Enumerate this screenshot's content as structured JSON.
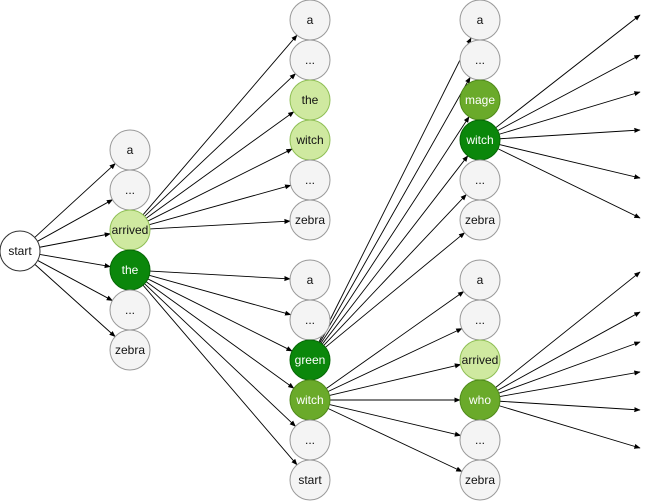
{
  "colors": {
    "default_fill": "#f4f4f4",
    "default_stroke": "#9a9a9a",
    "start_fill": "#ffffff",
    "start_stroke": "#333333",
    "light_green": "#cfe9a0",
    "medium_green": "#6aaa2a",
    "dark_green": "#0b870b",
    "edge": "#000000"
  },
  "diagram": {
    "root": {
      "label": "start"
    },
    "level1": [
      {
        "label": "a",
        "style": "default"
      },
      {
        "label": "...",
        "style": "default"
      },
      {
        "label": "arrived",
        "style": "light"
      },
      {
        "label": "the",
        "style": "dark"
      },
      {
        "label": "...",
        "style": "default"
      },
      {
        "label": "zebra",
        "style": "default"
      }
    ],
    "level2_upper": [
      {
        "label": "a",
        "style": "default"
      },
      {
        "label": "...",
        "style": "default"
      },
      {
        "label": "the",
        "style": "light"
      },
      {
        "label": "witch",
        "style": "light"
      },
      {
        "label": "...",
        "style": "default"
      },
      {
        "label": "zebra",
        "style": "default"
      }
    ],
    "level2_lower": [
      {
        "label": "a",
        "style": "default"
      },
      {
        "label": "...",
        "style": "default"
      },
      {
        "label": "green",
        "style": "dark"
      },
      {
        "label": "witch",
        "style": "medium"
      },
      {
        "label": "...",
        "style": "default"
      },
      {
        "label": "start",
        "style": "default"
      }
    ],
    "level3_upper": [
      {
        "label": "a",
        "style": "default"
      },
      {
        "label": "...",
        "style": "default"
      },
      {
        "label": "mage",
        "style": "medium"
      },
      {
        "label": "witch",
        "style": "dark"
      },
      {
        "label": "...",
        "style": "default"
      },
      {
        "label": "zebra",
        "style": "default"
      }
    ],
    "level3_lower": [
      {
        "label": "a",
        "style": "default"
      },
      {
        "label": "...",
        "style": "default"
      },
      {
        "label": "arrived",
        "style": "light"
      },
      {
        "label": "who",
        "style": "medium"
      },
      {
        "label": "...",
        "style": "default"
      },
      {
        "label": "zebra",
        "style": "default"
      }
    ]
  }
}
